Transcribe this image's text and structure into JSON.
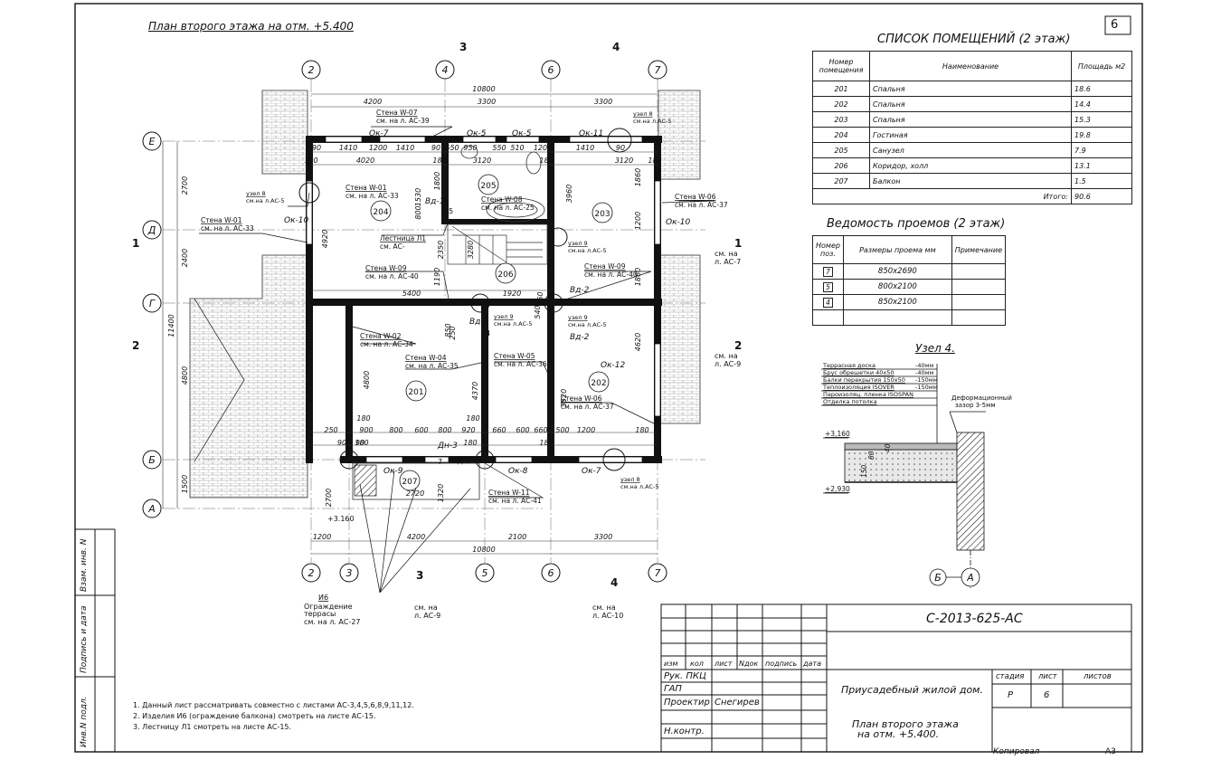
{
  "sheet": {
    "sheet_number": "6",
    "format": "А3",
    "copied": "Копировал",
    "plan_title": "План второго этажа на отм. +5.400"
  },
  "axes": {
    "top": [
      "2",
      "4",
      "6",
      "7"
    ],
    "bottom": [
      "2",
      "3",
      "5",
      "6",
      "7"
    ],
    "left": [
      "Е",
      "Д",
      "Г",
      "Б",
      "А"
    ]
  },
  "sections": [
    "1",
    "1",
    "2",
    "2",
    "3",
    "3",
    "4",
    "4"
  ],
  "dimensions": {
    "top_total": "10800",
    "top_parts": [
      "4200",
      "3300",
      "3300"
    ],
    "bottom_total": "10800",
    "bottom_parts": [
      "1200",
      "4200",
      "2100",
      "3300"
    ],
    "left_total": "11400",
    "left_parts": [
      "2700",
      "2400",
      "4800",
      "1500"
    ],
    "row_e": [
      "90",
      "1410",
      "1200",
      "1410",
      "90",
      "550",
      "950",
      "550",
      "510",
      "1200",
      "1410",
      "90"
    ],
    "row_e2": [
      "180",
      "4020",
      "180",
      "3120",
      "180",
      "3120",
      "180"
    ],
    "row_g": "5400",
    "row_g2": "1920",
    "row_b": [
      "250",
      "900",
      "800",
      "600",
      "800",
      "920",
      "660",
      "600",
      "660",
      "500",
      "1200",
      "180"
    ],
    "row_b2": [
      "90",
      "90",
      "180",
      "180",
      "180"
    ],
    "misc": [
      "2700",
      "2720",
      "1320",
      "4920",
      "4800",
      "4370",
      "3520",
      "4620",
      "3960",
      "1860",
      "1200",
      "1860",
      "1530",
      "800",
      "1800",
      "1190",
      "2350",
      "3280",
      "850",
      "540",
      "850",
      "250",
      "180",
      "180"
    ]
  },
  "walls": [
    {
      "name": "Стена W-07",
      "ref": "см. на л. АС-39"
    },
    {
      "name": "Стена W-01",
      "ref": "см. на л. АС-33"
    },
    {
      "name": "Стена W-01",
      "ref": "см. на л. АС-33"
    },
    {
      "name": "Стена W-08",
      "ref": "см. на л. АС-25"
    },
    {
      "name": "Стена W-06",
      "ref": "см. на л. АС-37"
    },
    {
      "name": "Стена W-09",
      "ref": "см. на л. АС-40"
    },
    {
      "name": "Стена W-09",
      "ref": "см. на л. АС-40"
    },
    {
      "name": "Стена W-02",
      "ref": "см. на л. АС-34"
    },
    {
      "name": "Стена W-04",
      "ref": "см. на л. АС-35"
    },
    {
      "name": "Стена W-05",
      "ref": "см. на л. АС-36"
    },
    {
      "name": "Стена W-06",
      "ref": "см. на л. АС-37"
    },
    {
      "name": "Стена W-11",
      "ref": "см. на л. АС-41"
    }
  ],
  "nodes": [
    {
      "name": "узел 8",
      "ref": "см.на л.АС-5"
    },
    {
      "name": "узел 8",
      "ref": "см.на л.АС-5"
    },
    {
      "name": "узел 9",
      "ref": "см.на л.АС-5"
    },
    {
      "name": "узел 9",
      "ref": "см.на л.АС-5"
    },
    {
      "name": "узел 9",
      "ref": "см.на л.АС-5"
    },
    {
      "name": "узел 8",
      "ref": "см.на л.АС-5"
    }
  ],
  "windows": [
    "Ок-7",
    "Ок-5",
    "Ок-5",
    "Ок-11",
    "Ок-10",
    "Ок-10",
    "Ок-12",
    "Ок-9",
    "Ок-8",
    "Ок-7"
  ],
  "doors": [
    "Вд-1",
    "Вд-2",
    "Вд-2",
    "Вд-2",
    "Вд-2",
    "Дн-3"
  ],
  "door_marks": [
    "5",
    "4",
    "4",
    "7"
  ],
  "rooms": [
    "201",
    "202",
    "203",
    "204",
    "205",
    "206",
    "207"
  ],
  "stair": {
    "name": "Лестница Л1",
    "ref": "см. АС-"
  },
  "section_refs": [
    {
      "name": "см. на",
      "ref": "л. АС-7"
    },
    {
      "name": "см. на",
      "ref": "л. АС-9"
    },
    {
      "name": "см. на",
      "ref": "л. АС-9"
    },
    {
      "name": "см. на",
      "ref": "л. АС-10"
    }
  ],
  "railing": {
    "mark": "И6",
    "line1": "Ограждение",
    "line2": "террасы",
    "ref": "см. на л. АС-27"
  },
  "level_mark": "+3.160",
  "room_list": {
    "title": "СПИСОК ПОМЕЩЕНИЙ (2 этаж)",
    "headers": [
      "Номер помещения",
      "Наименование",
      "Площадь м2"
    ],
    "rows": [
      [
        "201",
        "Спальня",
        "18.6"
      ],
      [
        "202",
        "Спальня",
        "14.4"
      ],
      [
        "203",
        "Спальня",
        "15.3"
      ],
      [
        "204",
        "Гостиная",
        "19.8"
      ],
      [
        "205",
        "Санузел",
        "7.9"
      ],
      [
        "206",
        "Коридор, холл",
        "13.1"
      ],
      [
        "207",
        "Балкон",
        "1.5"
      ]
    ],
    "total_label": "Итого:",
    "total_value": "90.6"
  },
  "openings": {
    "title": "Ведомость проемов (2 этаж)",
    "headers": [
      "Номер поз.",
      "Размеры проема мм",
      "Примечание"
    ],
    "rows": [
      [
        "7",
        "850x2690",
        ""
      ],
      [
        "5",
        "800x2100",
        ""
      ],
      [
        "4",
        "850x2100",
        ""
      ],
      [
        "",
        "",
        ""
      ]
    ]
  },
  "node4": {
    "title": "Узел 4.",
    "layers": [
      [
        "Террасная доска",
        "-40мм"
      ],
      [
        "Брус обрешетки 40х50",
        "-40мм"
      ],
      [
        "Балки перекрытия 150х50",
        "-150мм"
      ],
      [
        "Теплоизоляция ISOVER",
        "-150мм"
      ],
      [
        "Пароизоляц. пленка ISOSPAN",
        ""
      ],
      [
        "Отделка потолка",
        ""
      ]
    ],
    "gap_line1": "Деформационный",
    "gap_line2": "зазор 3-5мм",
    "level_top": "+3,160",
    "level_bottom": "+2,930",
    "dims": [
      "150",
      "80",
      "40"
    ],
    "axis_left": "Б",
    "axis_right": "А"
  },
  "notes": [
    "1. Данный лист рассматривать совместно с листами АС-3,4,5,6,8,9,11,12.",
    "2. Изделия И6 (ограждение балкона) смотреть на листе АС-15.",
    "3. Лестницу Л1 смотреть на листе АС-15."
  ],
  "side_stamp": [
    "Взам. инв. N",
    "Подпись и дата",
    "Инв.N подл."
  ],
  "stamp": {
    "code": "С-2013-625-АС",
    "headers": [
      "изм",
      "кол",
      "лист",
      "Nдок",
      "подпись",
      "дата"
    ],
    "roles": [
      {
        "role": "Рук. ПКЦ",
        "name": ""
      },
      {
        "role": "ГАП",
        "name": ""
      },
      {
        "role": "Проектир",
        "name": "Снегирев"
      },
      {
        "role": "",
        "name": ""
      },
      {
        "role": "Н.контр.",
        "name": ""
      }
    ],
    "project": "Приусадебный жилой дом.",
    "stage_label": "стадия",
    "sheet_label": "лист",
    "sheets_label": "листов",
    "stage": "Р",
    "sheet": "6",
    "sheets": "",
    "sheet_title_1": "План второго этажа",
    "sheet_title_2": "на отм. +5.400."
  }
}
